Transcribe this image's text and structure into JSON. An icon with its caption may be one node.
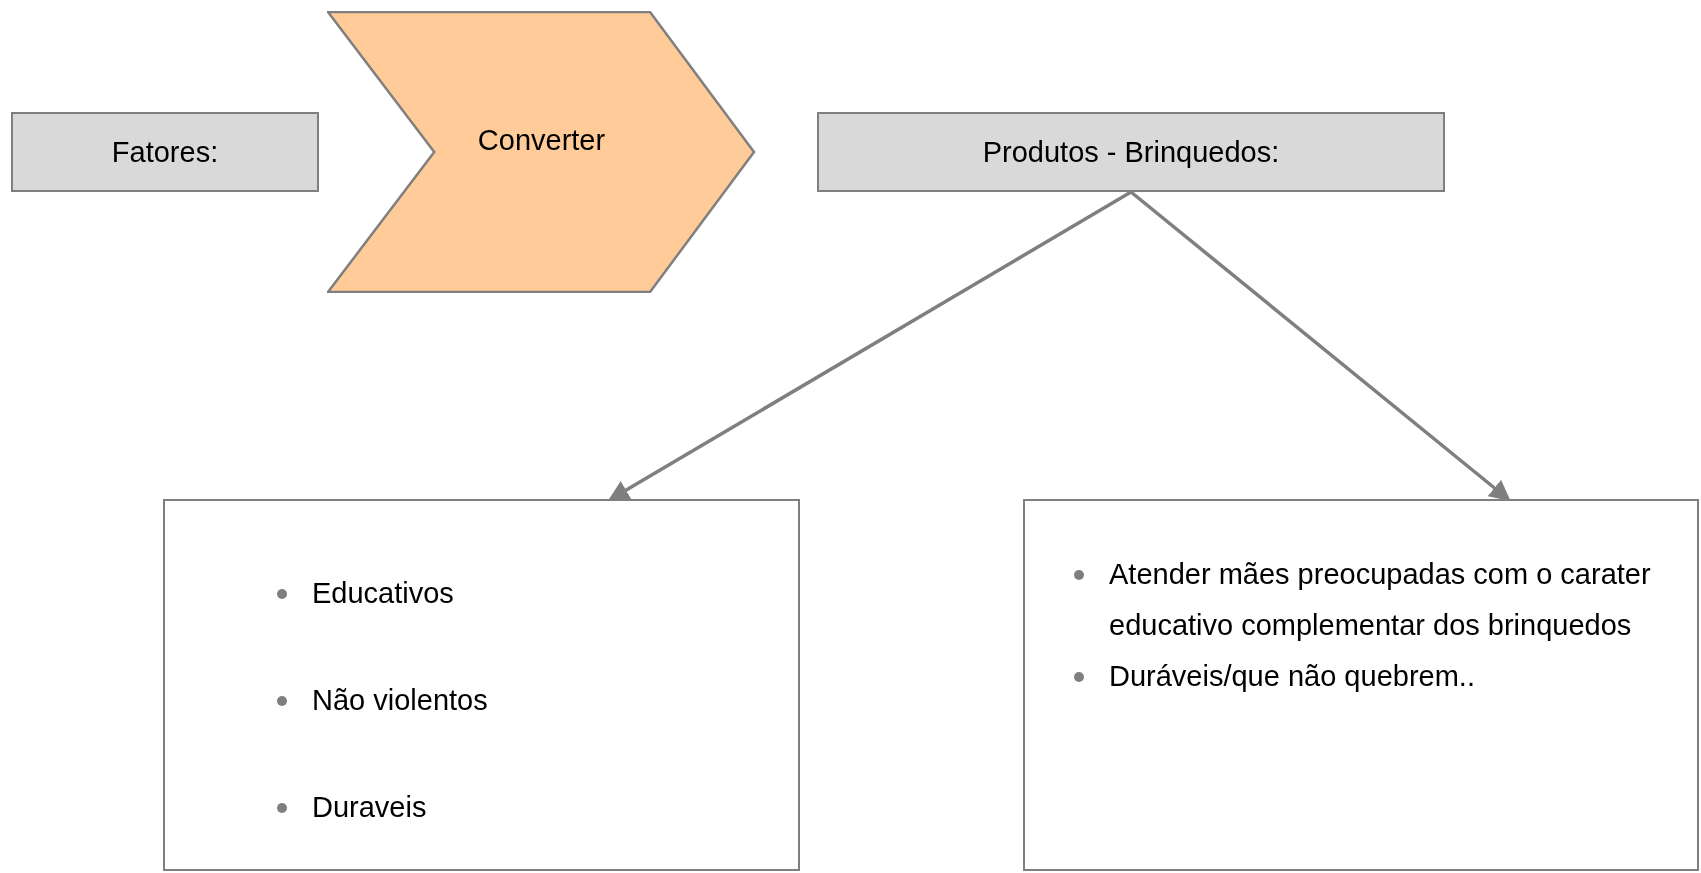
{
  "diagram": {
    "nodes": [
      {
        "text": [
          "Fatores:"
        ]
      },
      {
        "text": [
          "Converter"
        ]
      },
      {
        "text": [
          "Produtos - Brinquedos:"
        ]
      },
      {
        "text": [
          "Educativos",
          "Não violentos",
          "Duraveis"
        ]
      },
      {
        "text": [
          "Atender mães preocupadas com o carater educativo complementar dos brinquedos",
          "Duráveis/que não quebrem.."
        ]
      }
    ],
    "edges": [
      {
        "from": 2,
        "to": 3,
        "arrow": "to"
      },
      {
        "from": 2,
        "to": 4,
        "arrow": "to"
      }
    ]
  }
}
